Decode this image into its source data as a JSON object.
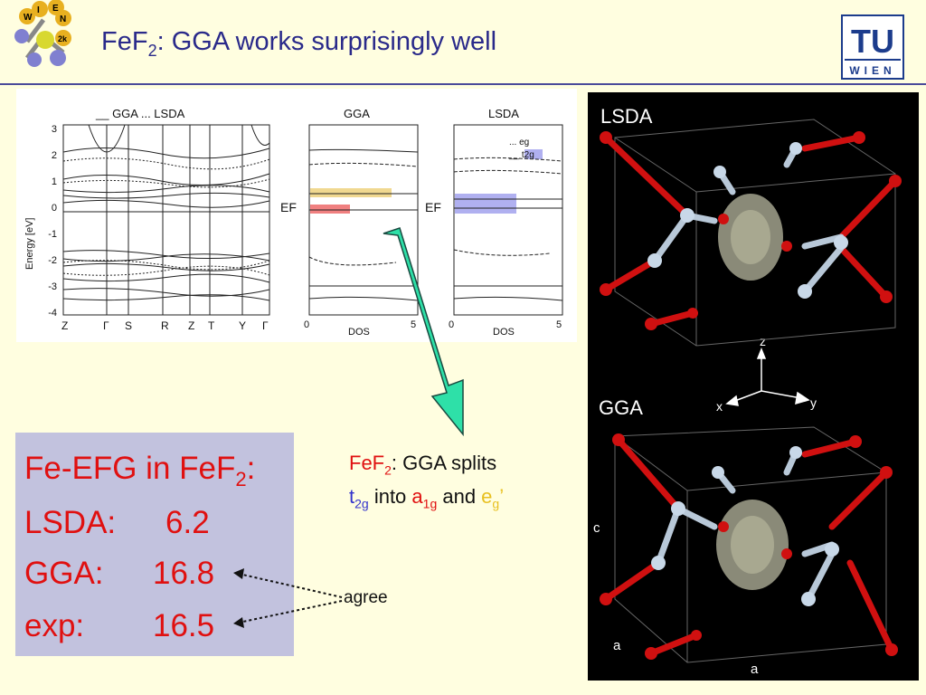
{
  "header": {
    "title_pre": "FeF",
    "title_sub": "2",
    "title_post": ": GGA works surprisingly well",
    "right_logo": [
      "TU",
      "WIEN"
    ]
  },
  "dos_figure": {
    "band_legend": "__ GGA ... LSDA",
    "panel_gga": "GGA",
    "panel_lsda": "LSDA",
    "y_axis_label": "Energy [eV]",
    "y_ticks": [
      "3",
      "2",
      "1",
      "0",
      "-1",
      "-2",
      "-3",
      "-4"
    ],
    "k_points": [
      "Z",
      "Γ",
      "S",
      "R",
      "Z",
      "T",
      "Y",
      "Γ"
    ],
    "dos_label": "DOS",
    "dos_ticks": [
      "0",
      "5"
    ],
    "ef_label": "EF",
    "legend_eg": "... eg",
    "legend_t2g": "__ t2g"
  },
  "efg": {
    "heading_pre": "Fe-EFG in FeF",
    "heading_sub": "2",
    "heading_post": ":",
    "rows": [
      {
        "label": "LSDA:",
        "value": "6.2"
      },
      {
        "label": "GGA:",
        "value": "16.8"
      },
      {
        "label": "exp:",
        "value": "16.5"
      }
    ]
  },
  "splits": {
    "line1_a": "FeF",
    "line1_sub": "2",
    "line1_b": ": GGA splits",
    "t": "t",
    "t_sub": "2g",
    "into": " into ",
    "a": "a",
    "a_sub": "1g",
    "and": " and ",
    "e": "e",
    "e_sub": "g",
    "prime": "’"
  },
  "agree_label": "agree",
  "structure": {
    "label_top": "LSDA",
    "label_bottom": "GGA",
    "axis_z": "z",
    "axis_x": "x",
    "axis_y": "y",
    "label_c": "c",
    "label_a1": "a",
    "label_a2": "a"
  },
  "colors": {
    "title": "#2a2a8a",
    "efg_text": "#e01010",
    "arrow_fill": "#2ee0a8",
    "t2g": "#3333cc",
    "a1g": "#e01010",
    "eg": "#e8c020"
  }
}
